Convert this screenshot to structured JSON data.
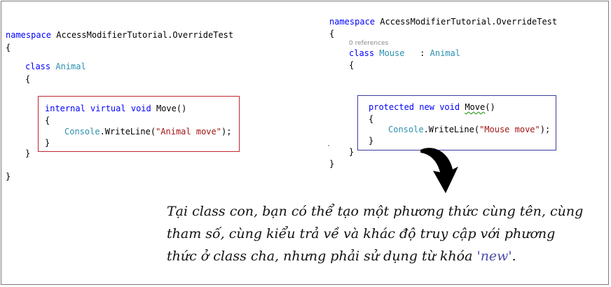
{
  "left_code": {
    "namespace_kw": "namespace",
    "namespace_name": "AccessModifierTutorial.OverrideTest",
    "open_brace": "{",
    "close_brace": "}",
    "class_kw": "class",
    "class_name": "Animal",
    "class_open": "{",
    "class_close": "}",
    "method_kw1": "internal",
    "method_kw2": "virtual",
    "method_kw3": "void",
    "method_name": "Move()",
    "method_open": "{",
    "method_close": "}",
    "stmt_type": "Console",
    "stmt_call": ".WriteLine(",
    "stmt_string": "\"Animal move\"",
    "stmt_end": ");"
  },
  "right_code": {
    "namespace_kw": "namespace",
    "namespace_name": "AccessModifierTutorial.OverrideTest",
    "open_brace": "{",
    "close_brace": "}",
    "references": "0 references",
    "class_kw": "class",
    "class_name": "Mouse",
    "colon": ":",
    "base_class": "Animal",
    "class_open": "{",
    "class_close": "}",
    "method_kw1": "protected",
    "method_kw2": "new",
    "method_kw3": "void",
    "method_name": "Move",
    "method_parens": "()",
    "method_open": "{",
    "method_close": "}",
    "stmt_type": "Console",
    "stmt_call": ".WriteLine(",
    "stmt_string": "\"Mouse move\"",
    "stmt_end": ");"
  },
  "note": {
    "line1": "Tại class con, bạn có thể tạo một phương thức cùng tên, cùng",
    "line2": "tham số, cùng kiểu trả về và khác độ truy cập với phương",
    "line3_prefix": "thức ở class cha, nhưng phải sử dụng từ khóa ",
    "line3_keyword": "'new'",
    "line3_suffix": "."
  },
  "colors": {
    "keyword": "#0000ff",
    "type": "#2b91af",
    "string": "#a31515",
    "left_box_border": "#c0282e",
    "right_box_border": "#3b3ba0",
    "note_keyword": "#4a4aa8"
  },
  "icons": {
    "arrow": "curved-down-arrow-icon"
  }
}
